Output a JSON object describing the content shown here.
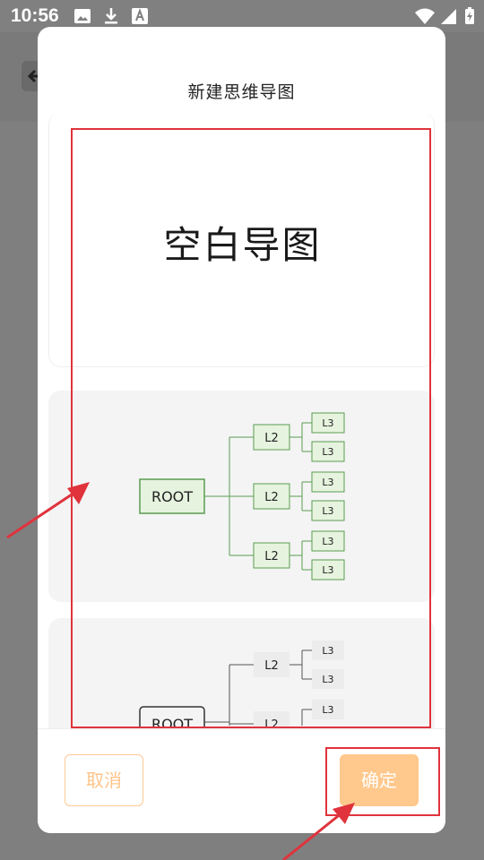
{
  "status_bar": {
    "time": "10:56",
    "icons": [
      "image-icon",
      "download-icon",
      "font-icon"
    ],
    "right_icons": [
      "wifi-icon",
      "signal-icon",
      "battery-charging-icon"
    ]
  },
  "dialog": {
    "title": "新建思维导图",
    "templates": [
      {
        "name": "空白导图"
      },
      {
        "root": "ROOT",
        "l2": [
          "L2",
          "L2",
          "L2"
        ],
        "l3": [
          "L3",
          "L3",
          "L3",
          "L3",
          "L3",
          "L3"
        ]
      },
      {
        "root": "ROOT",
        "l2": [
          "L2",
          "L2"
        ],
        "l3": [
          "L3",
          "L3",
          "L3"
        ]
      }
    ],
    "cancel_label": "取消",
    "ok_label": "确定"
  },
  "colors": {
    "accent": "#ffc88c",
    "annotation": "#e0333c",
    "node_green_fill": "#e6f3de",
    "node_green_stroke": "#5a9c50"
  }
}
